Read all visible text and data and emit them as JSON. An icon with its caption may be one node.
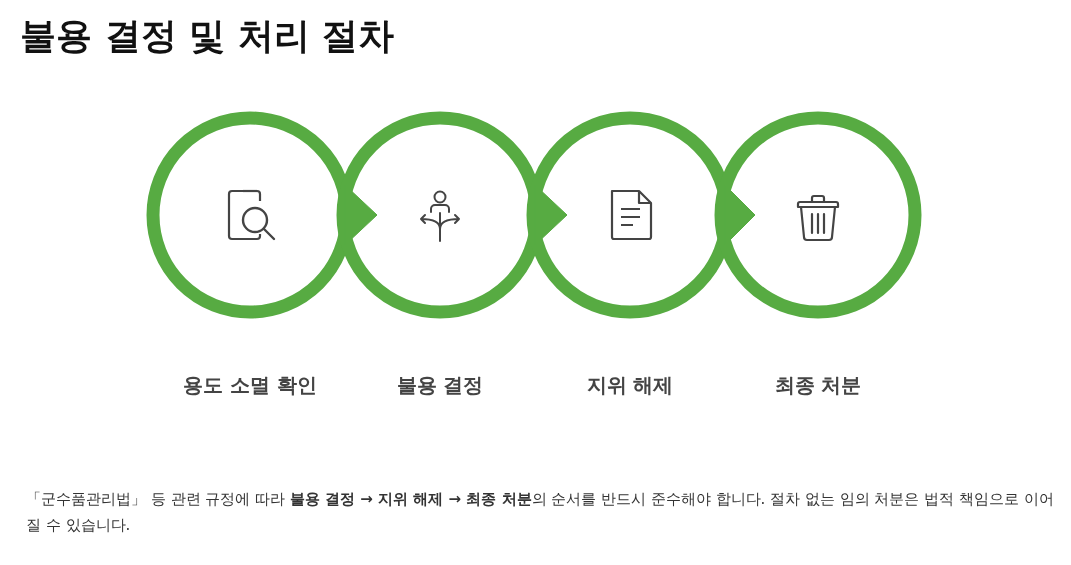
{
  "diagram": {
    "title": "불용 결정 및 처리 절차",
    "nodes": [
      {
        "text": [
          "용도 소멸 확인"
        ]
      },
      {
        "text": [
          "불용 결정"
        ]
      },
      {
        "text": [
          "지위 해제"
        ]
      },
      {
        "text": [
          "최종 처분"
        ]
      }
    ],
    "edges": [
      {
        "from": 0,
        "to": 1,
        "arrow": "to"
      },
      {
        "from": 1,
        "to": 2,
        "arrow": "to"
      },
      {
        "from": 2,
        "to": 3,
        "arrow": "to"
      }
    ],
    "caption": "「군수품관리법」 등 관련 규정에 따라 **불용 결정 → 지위 해제 → 최종 처분**의 순서를 반드시 준수해야 합니다. 절차 없는 임의 처분은 법적 책임으로 이어질 수 있습니다."
  }
}
